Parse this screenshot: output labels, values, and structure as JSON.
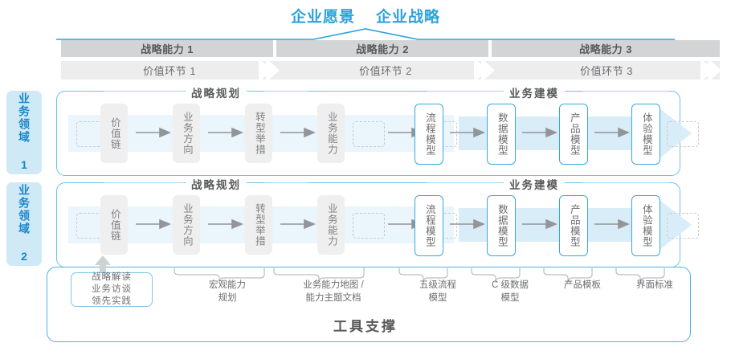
{
  "header": {
    "vision": "企业愿景",
    "strategy": "企业战略"
  },
  "capabilities": [
    {
      "label": "战略能力 1"
    },
    {
      "label": "战略能力 2"
    },
    {
      "label": "战略能力 3"
    }
  ],
  "value_links": [
    {
      "label": "价值环节 1"
    },
    {
      "label": "价值环节 2"
    },
    {
      "label": "价值环节 3"
    }
  ],
  "domains": [
    {
      "label": "业务领域 1"
    },
    {
      "label": "业务领域 2"
    }
  ],
  "sections": {
    "planning_title": "战略规划",
    "modeling_title": "业务建模"
  },
  "planning_nodes": [
    {
      "label": "价值链"
    },
    {
      "label": "业务方向"
    },
    {
      "label": "转型举措"
    },
    {
      "label": "业务能力"
    }
  ],
  "modeling_nodes": [
    {
      "label": "流程模型"
    },
    {
      "label": "数据模型"
    },
    {
      "label": "产品模型"
    },
    {
      "label": "体验模型"
    }
  ],
  "tools": {
    "title": "工具支撑",
    "hero": "战略解读\n业务访谈\n领先实践",
    "items": [
      {
        "label": "宏观能力\n规划"
      },
      {
        "label": "业务能力地图 /\n能力主题文档"
      },
      {
        "label": "五级流程\n模型"
      },
      {
        "label": "C 级数据\n模型"
      },
      {
        "label": "产品模板"
      },
      {
        "label": "界面标准"
      }
    ]
  },
  "colors": {
    "accent_blue": "#29a3dc",
    "band_blue": "#eaf5fc",
    "tag_blue": "#cfe9f7",
    "bar_gray": "#d2d4d5",
    "link_gray": "#ededed",
    "node_gray": "#efefef",
    "text_gray": "#6d6e71"
  }
}
